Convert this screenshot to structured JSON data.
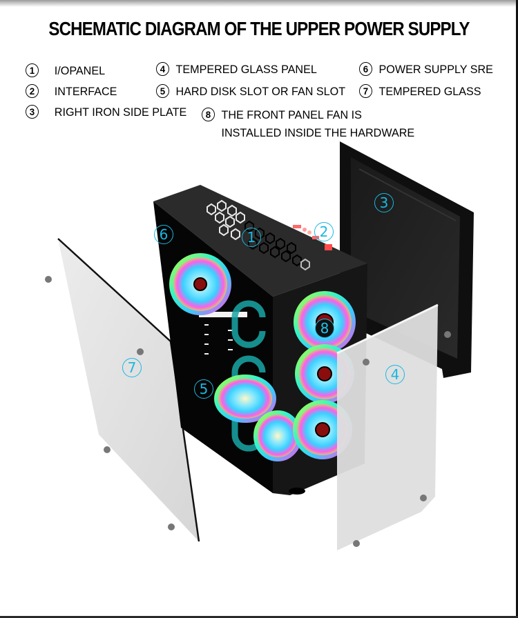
{
  "title": "SCHEMATIC DIAGRAM OF THE UPPER POWER SUPPLY",
  "legend": [
    {
      "num": "1",
      "label": "I/OPANEL"
    },
    {
      "num": "2",
      "label": "INTERFACE"
    },
    {
      "num": "3",
      "label": "RIGHT IRON SIDE PLATE"
    },
    {
      "num": "4",
      "label": "TEMPERED GLASS PANEL"
    },
    {
      "num": "5",
      "label": "HARD DISK SLOT OR FAN SLOT"
    },
    {
      "num": "6",
      "label": "POWER SUPPLY SRE"
    },
    {
      "num": "7",
      "label": "TEMPERED GLASS"
    },
    {
      "num": "8",
      "label": "THE FRONT PANEL FAN IS\nINSTALLED INSIDE THE HARDWARE"
    }
  ],
  "callouts": [
    {
      "num": "1",
      "part": "I/O panel"
    },
    {
      "num": "2",
      "part": "interface"
    },
    {
      "num": "3",
      "part": "right iron side plate"
    },
    {
      "num": "4",
      "part": "tempered glass panel"
    },
    {
      "num": "5",
      "part": "hard disk slot or fan slot"
    },
    {
      "num": "6",
      "part": "power supply"
    },
    {
      "num": "7",
      "part": "tempered glass"
    },
    {
      "num": "8",
      "part": "front panel fan"
    }
  ],
  "colors": {
    "callout": "#19b8e0",
    "case_body": "#141414",
    "glass": "#dcdcdc",
    "fan_rgb": [
      "#37f5c8",
      "#3cc8ff",
      "#ff4fe6",
      "#b6ff3a"
    ]
  }
}
